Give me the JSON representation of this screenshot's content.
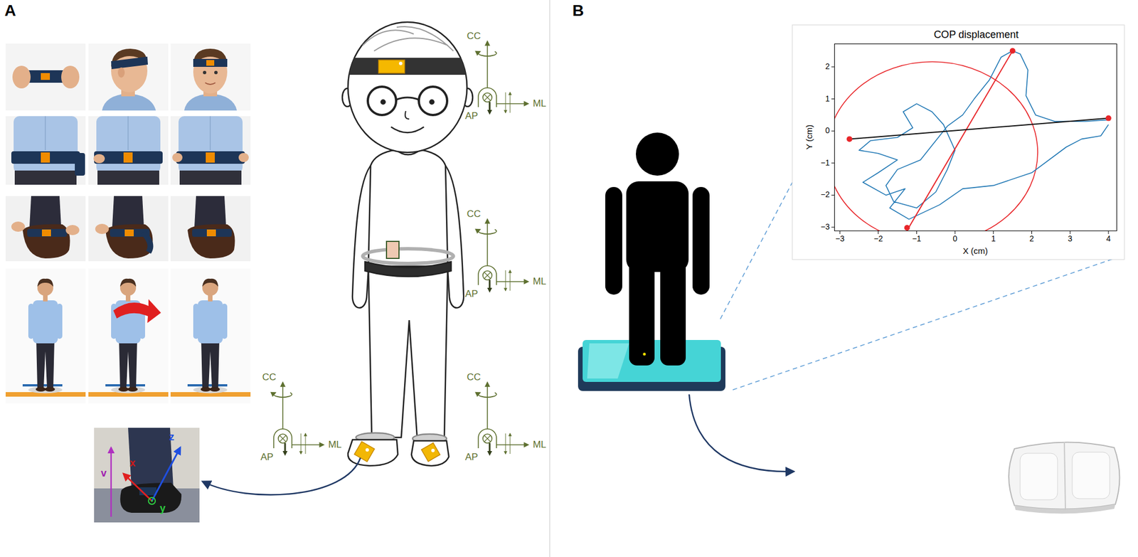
{
  "diagram": {
    "nodes": [
      {
        "text": [
          "COP displacement"
        ]
      }
    ],
    "labels": [
      "A",
      "B",
      "CC",
      "AP",
      "ML",
      "CC",
      "AP",
      "ML",
      "CC",
      "AP",
      "ML",
      "CC",
      "AP",
      "ML",
      "v",
      "x",
      "z",
      "y",
      "Y (cm)",
      "X (cm)",
      "2",
      "1",
      "0",
      "−1",
      "−2",
      "−3",
      "−3",
      "−2",
      "−1",
      "0",
      "1",
      "2",
      "3",
      "4"
    ]
  }
}
